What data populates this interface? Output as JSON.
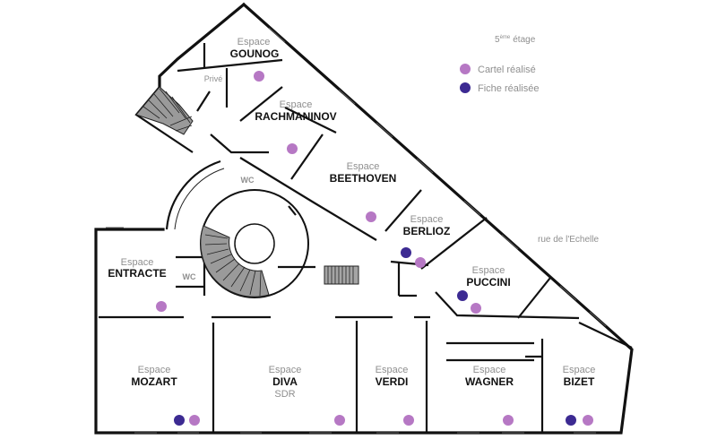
{
  "floor": {
    "number": "5",
    "suffix": "ème",
    "word": "étage"
  },
  "legend": {
    "cartel": {
      "label": "Cartel réalisé",
      "color": "#b678c4"
    },
    "fiche": {
      "label": "Fiche réalisée",
      "color": "#3c2a92"
    }
  },
  "street": "rue de l'Echelle",
  "labels": {
    "prive": "Privé",
    "wc_top": "WC",
    "wc_bottom": "WC"
  },
  "spaces": {
    "gounog": {
      "prefix": "Espace",
      "name": "GOUNOG",
      "cartel": true,
      "fiche": false
    },
    "rachmaninov": {
      "prefix": "Espace",
      "name": "RACHMANINOV",
      "cartel": true,
      "fiche": false
    },
    "beethoven": {
      "prefix": "Espace",
      "name": "BEETHOVEN",
      "cartel": true,
      "fiche": false
    },
    "berlioz": {
      "prefix": "Espace",
      "name": "BERLIOZ",
      "cartel": true,
      "fiche": true
    },
    "puccini": {
      "prefix": "Espace",
      "name": "PUCCINI",
      "cartel": true,
      "fiche": true
    },
    "entracte": {
      "prefix": "Espace",
      "name": "ENTRACTE",
      "cartel": true,
      "fiche": false
    },
    "mozart": {
      "prefix": "Espace",
      "name": "MOZART",
      "cartel": true,
      "fiche": true
    },
    "diva": {
      "prefix": "Espace",
      "name": "DIVA",
      "sub": "SDR",
      "cartel": true,
      "fiche": false
    },
    "verdi": {
      "prefix": "Espace",
      "name": "VERDI",
      "cartel": true,
      "fiche": false
    },
    "wagner": {
      "prefix": "Espace",
      "name": "WAGNER",
      "cartel": true,
      "fiche": false
    },
    "bizet": {
      "prefix": "Espace",
      "name": "BIZET",
      "cartel": true,
      "fiche": true
    }
  }
}
